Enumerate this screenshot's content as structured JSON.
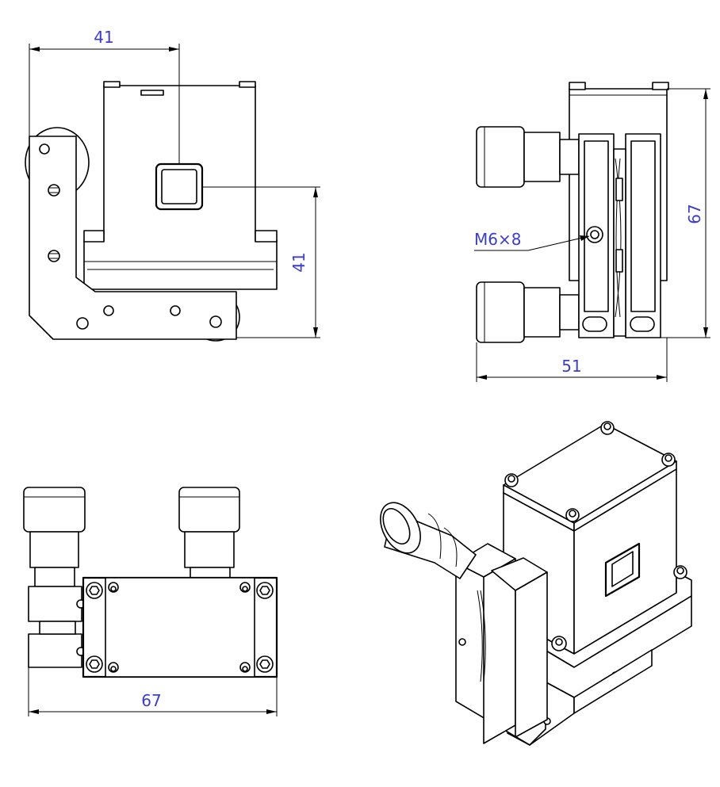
{
  "dimensions": {
    "top_view_width": "41",
    "top_view_height": "41",
    "side_view_height": "67",
    "side_view_width": "51",
    "front_view_width": "67",
    "screw_callout": "M6×8"
  },
  "colors": {
    "line": "#000000",
    "dimension_text": "#3b3bd6",
    "background": "#ffffff"
  }
}
